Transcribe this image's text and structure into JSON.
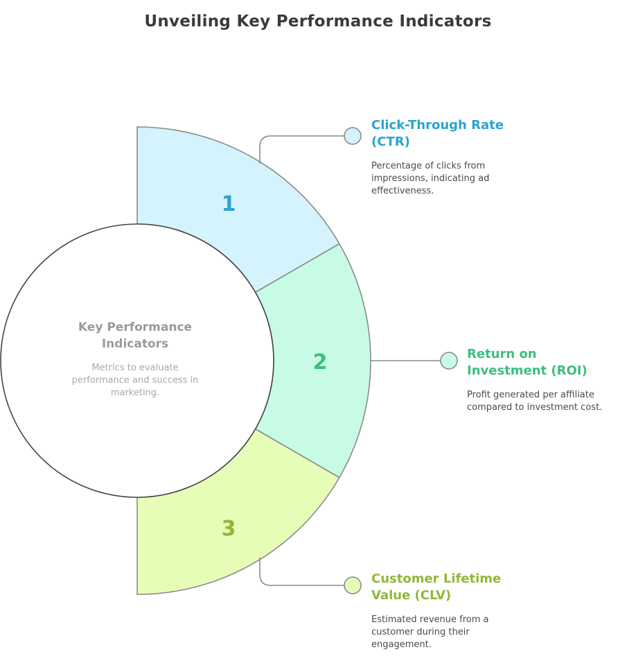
{
  "title": "Unveiling Key Performance Indicators",
  "center": {
    "title": "Key Performance Indicators",
    "description": "Metrics to evaluate performance and success in marketing."
  },
  "segments": [
    {
      "number": "1",
      "title": "Click-Through Rate (CTR)",
      "description": "Percentage of clicks from impressions, indicating ad effectiveness.",
      "fill_color": "#d4f3fd",
      "accent_color": "#2ba3d1",
      "node_fill": "#d4f3fd"
    },
    {
      "number": "2",
      "title": "Return on Investment (ROI)",
      "description": "Profit generated per affiliate compared to investment cost.",
      "fill_color": "#c8fbe5",
      "accent_color": "#3cbf7e",
      "node_fill": "#c8fbe5"
    },
    {
      "number": "3",
      "title": "Customer Lifetime Value (CLV)",
      "description": "Estimated revenue from a customer during their engagement.",
      "fill_color": "#e6fdb8",
      "accent_color": "#8fb837",
      "node_fill": "#e6fdb8"
    }
  ],
  "stroke_color": "#8a8a8a",
  "circle_stroke_color": "#444444"
}
